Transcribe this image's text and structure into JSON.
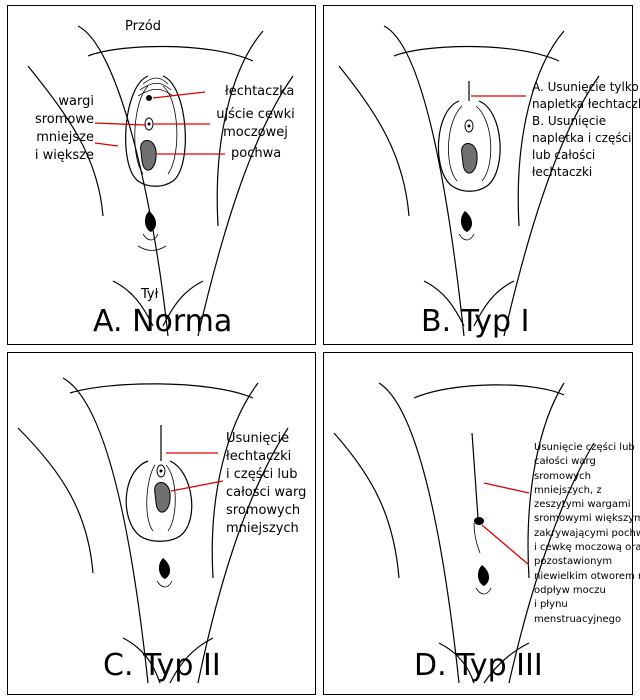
{
  "panel_a": {
    "front_label": "Przód",
    "back_label": "Tył",
    "title": "A. Norma",
    "label_clitoris": "łechtaczka",
    "label_labia": [
      "wargi",
      "sromowe",
      "mniejsze",
      "i większe"
    ],
    "label_urethra": [
      "ujście cewki",
      "moczowej"
    ],
    "label_vagina": "pochwa"
  },
  "panel_b": {
    "title": "B. Typ I",
    "description": [
      "A. Usunięcie tylko",
      "napletka łechtaczki",
      "B. Usunięcie",
      "napletka i części",
      "lub całości",
      "łechtaczki"
    ]
  },
  "panel_c": {
    "title": "C. Typ II",
    "description": [
      "Usunięcie",
      "łechtaczki",
      "i części lub",
      "całości warg",
      "sromowych",
      "mniejszych"
    ]
  },
  "panel_d": {
    "title": "D. Typ III",
    "description": [
      "Usunięcie części lub",
      "całości warg",
      "sromowych",
      "mniejszych, z",
      "zeszytymi wargami",
      "sromowymi większymi",
      "zakrywającymi pochwę",
      "i cewkę moczową oraz",
      "pozostawionym",
      "niewielkim otworem na",
      "odpływ moczu",
      "i płynu",
      "menstruacyjnego"
    ]
  },
  "colors": {
    "annotation_line": "#e00000",
    "vagina_fill": "#707070",
    "outline": "#000000"
  }
}
